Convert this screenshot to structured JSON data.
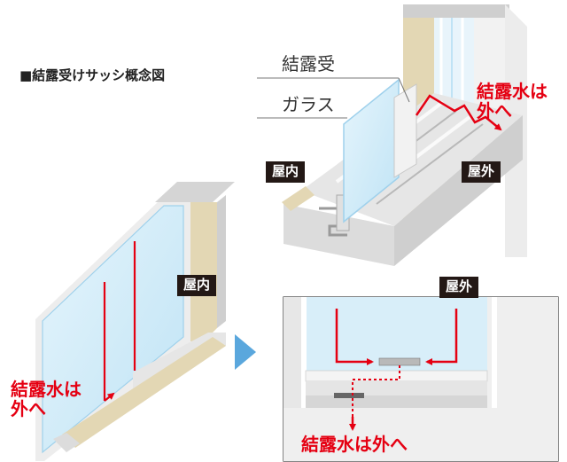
{
  "title": "■結露受けサッシ概念図",
  "labels": {
    "condensation_tray": "結露受",
    "glass": "ガラス",
    "indoor": "屋内",
    "outdoor": "屋外"
  },
  "annotations": {
    "water_out_right_line1": "結露水は",
    "water_out_right_line2": "外へ",
    "water_out_left_line1": "結露水は",
    "water_out_left_line2": "外へ",
    "water_out_bottom": "結露水は外へ"
  },
  "colors": {
    "arrow": "#e50012",
    "label_bg": "#231815",
    "wall_beige": "#e3d7b4",
    "glass_blue": "#cfe9f7",
    "frame_gray": "#d9d9d9"
  }
}
